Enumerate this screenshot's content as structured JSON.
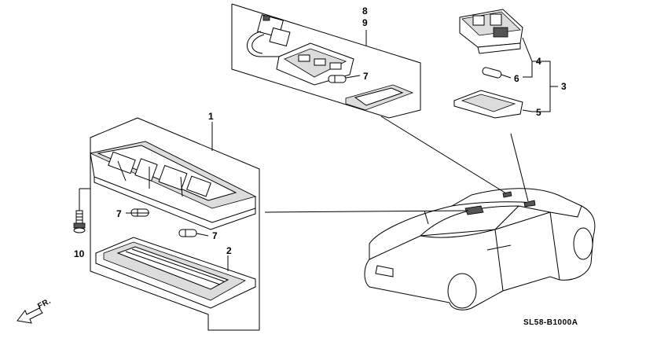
{
  "diagram": {
    "callouts": {
      "c1": "1",
      "c2": "2",
      "c3": "3",
      "c4": "4",
      "c5": "5",
      "c6": "6",
      "c7a": "7",
      "c7b": "7",
      "c7c": "7",
      "c8": "8",
      "c9": "9",
      "c10": "10"
    },
    "direction_label": "FR.",
    "diagram_code": "SL58-B1000A"
  }
}
